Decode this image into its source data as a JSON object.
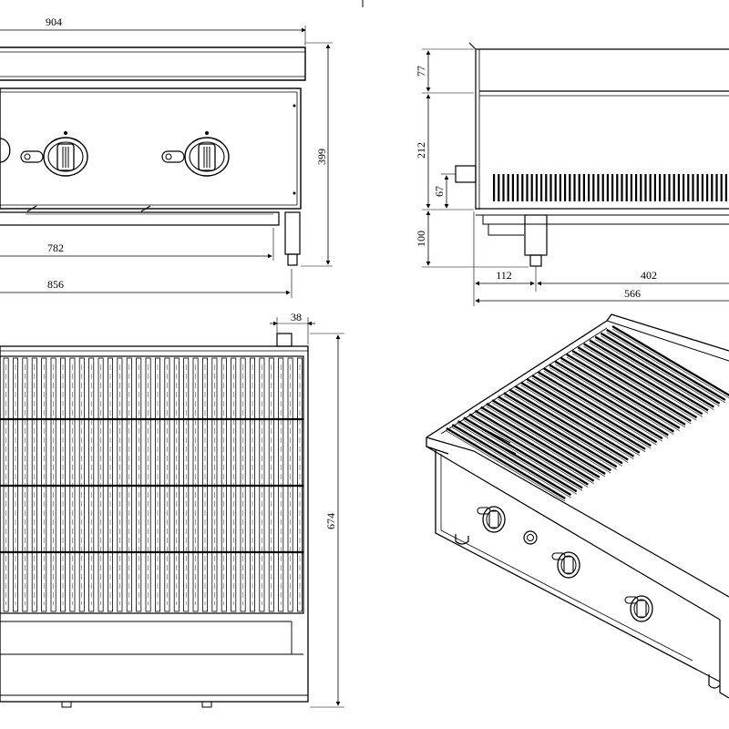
{
  "dimensions": {
    "width_overall": "904",
    "width_body": "856",
    "width_inner": "782",
    "height_overall": "399",
    "depth_overall": "566",
    "depth_front": "112",
    "depth_rear": "402",
    "backsplash_height": "77",
    "body_height": "212",
    "gas_inlet_height": "67",
    "leg_height": "100",
    "inlet_offset": "38",
    "grate_depth": "674"
  },
  "colors": {
    "line": "#000000",
    "background": "#ffffff"
  }
}
